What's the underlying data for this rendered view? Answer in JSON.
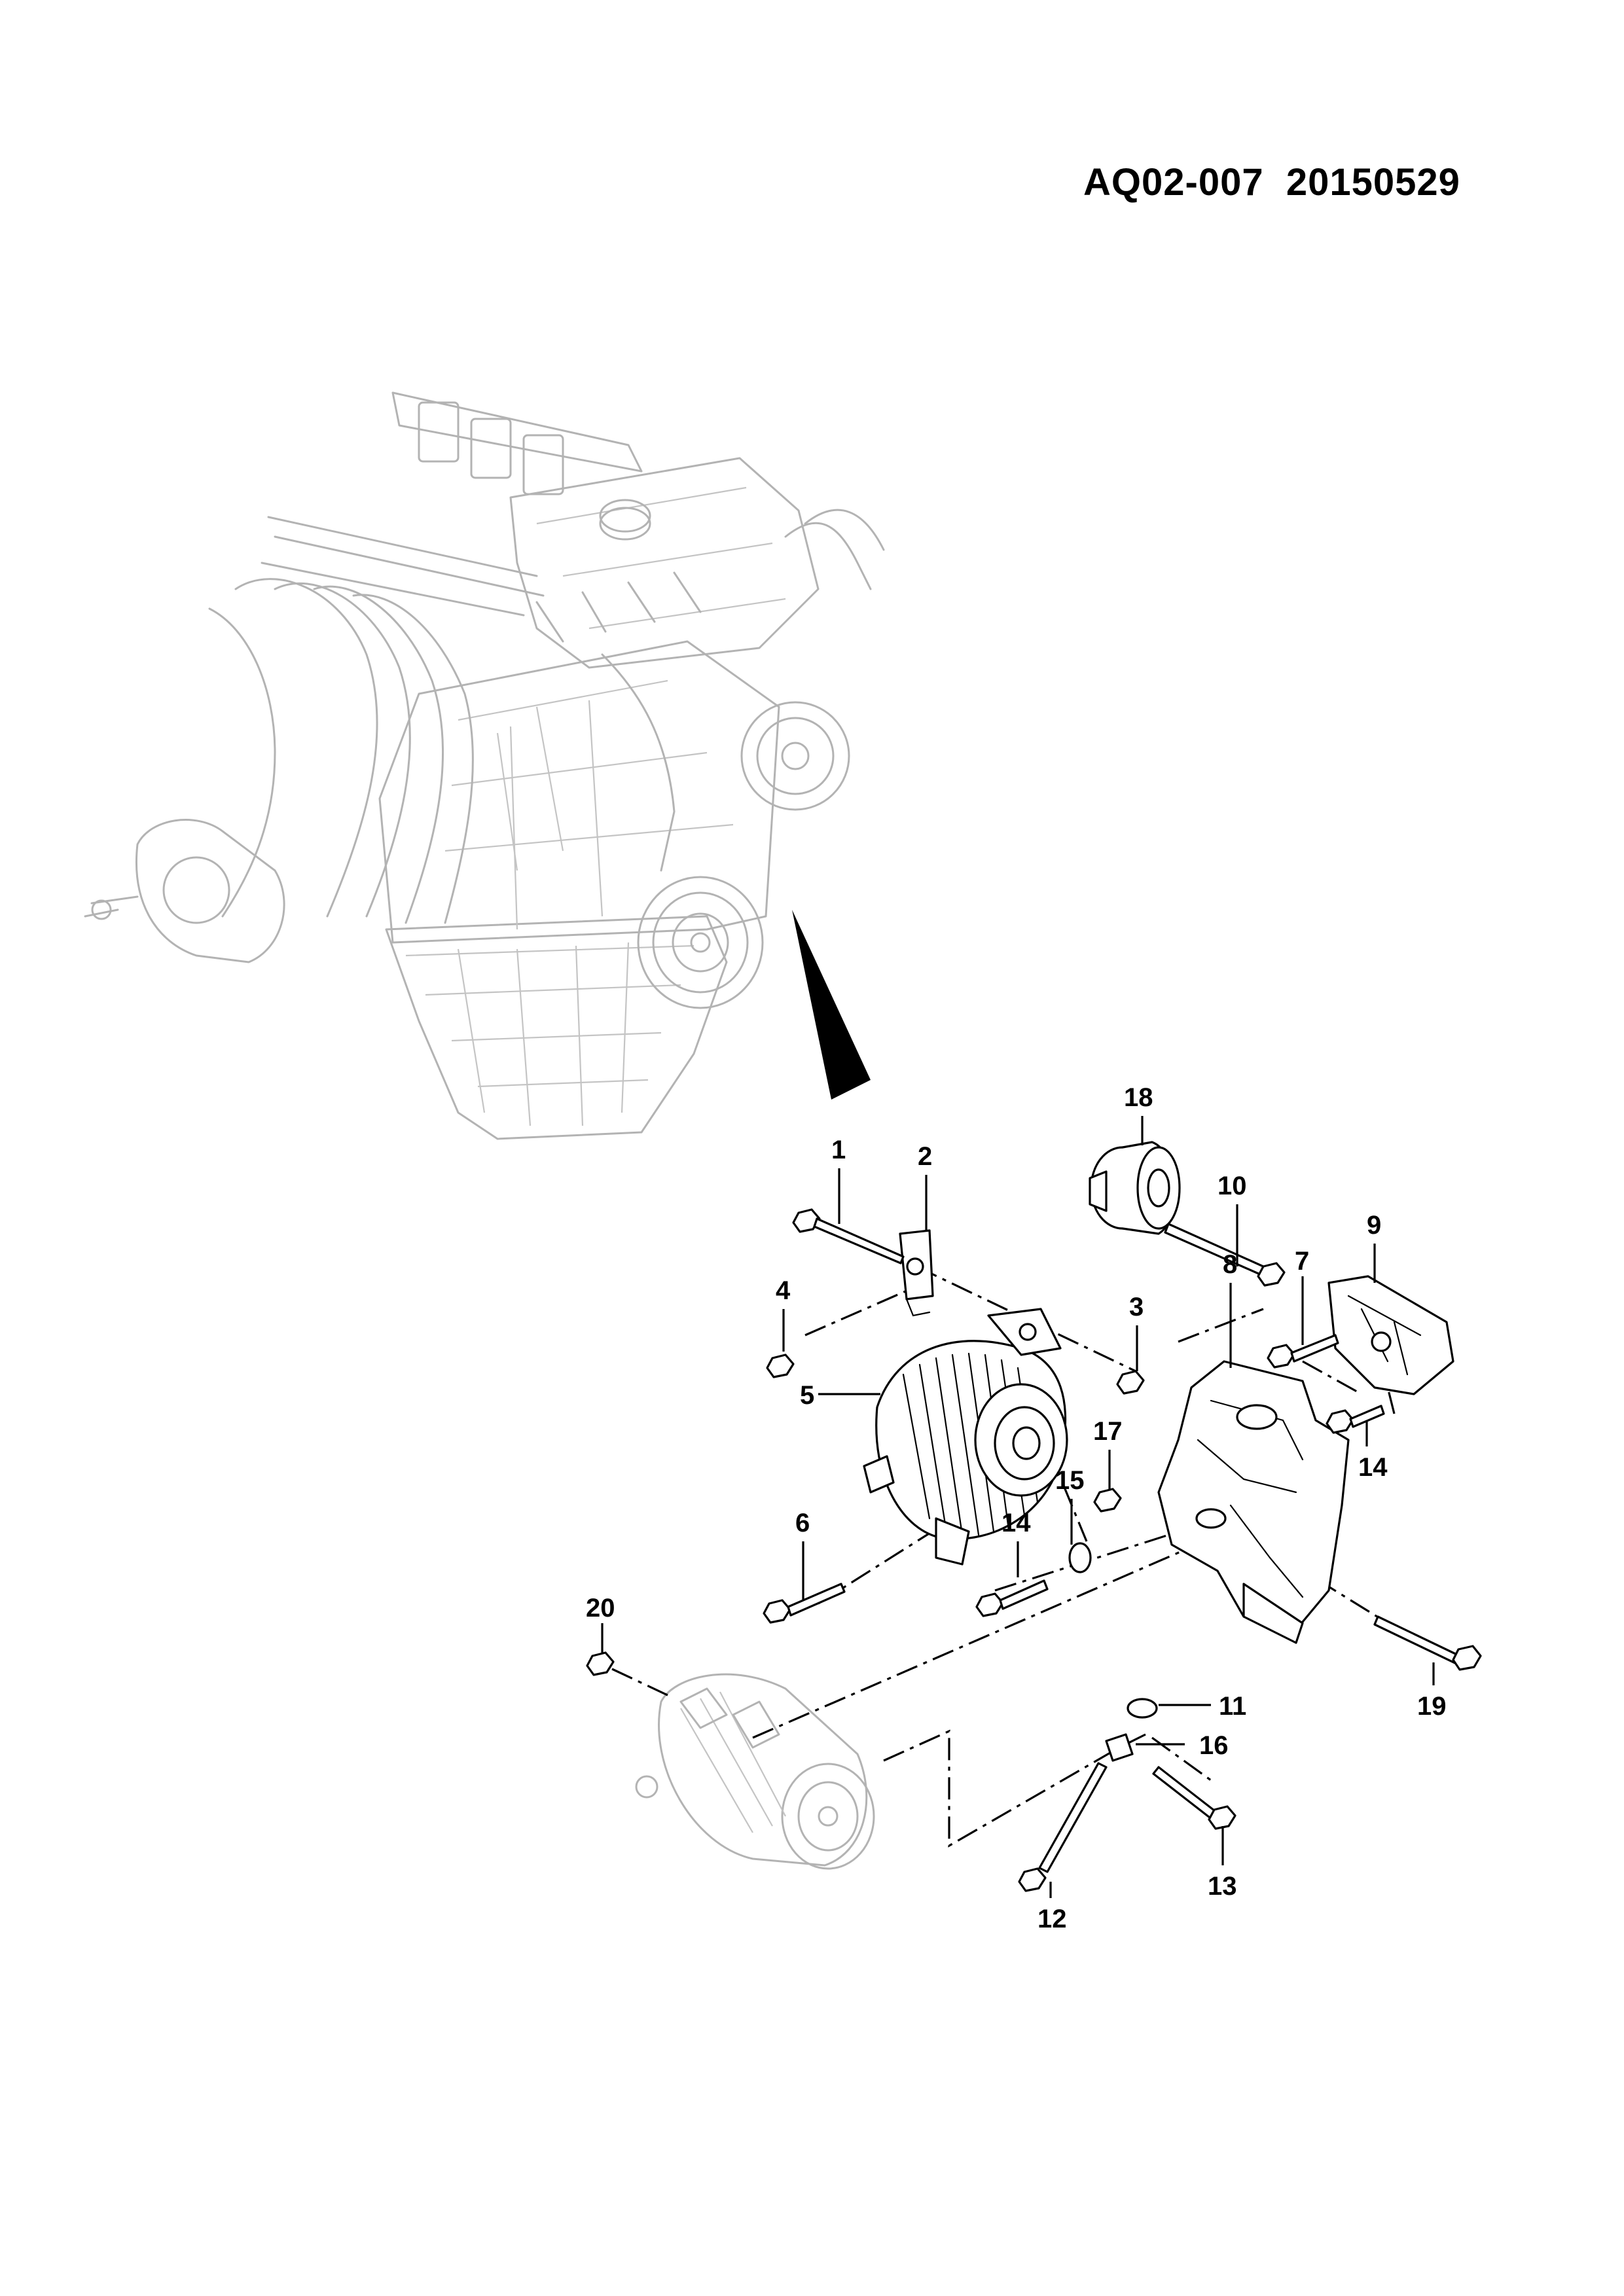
{
  "document": {
    "code": "AQ02-007",
    "date": "20150529"
  },
  "callouts": {
    "c1": "1",
    "c2": "2",
    "c3": "3",
    "c4": "4",
    "c5": "5",
    "c6": "6",
    "c7": "7",
    "c8": "8",
    "c9": "9",
    "c10": "10",
    "c11": "11",
    "c12": "12",
    "c13": "13",
    "c14a": "14",
    "c14b": "14",
    "c15": "15",
    "c16": "16",
    "c17": "17",
    "c18": "18",
    "c19": "19",
    "c20": "20"
  }
}
